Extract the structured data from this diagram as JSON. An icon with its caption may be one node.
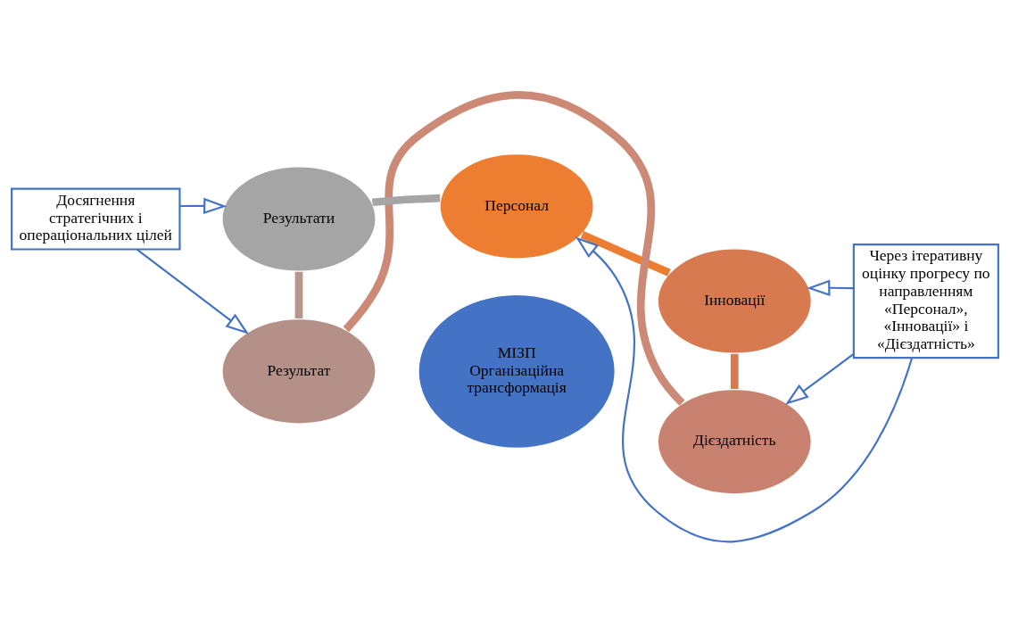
{
  "diagram": {
    "nodes": [
      {
        "text": [
          "Досягнення стратегічних і операціональних цілей"
        ]
      },
      {
        "text": [
          "Персонал"
        ]
      },
      {
        "text": [
          "Інновації"
        ]
      },
      {
        "text": [
          "Дієздатність"
        ]
      },
      {
        "text": [
          "Результат"
        ]
      },
      {
        "text": [
          "Результати"
        ]
      },
      {
        "text": [
          "МІЗП",
          "Організаційна трансформація"
        ]
      },
      {
        "text": [
          "Через ітеративну оцінку прогресу по направленням «Персонал», «Інновації» і «Дієздатність»"
        ]
      }
    ],
    "edges": [
      {
        "from": 1,
        "to": 2,
        "arrow": "none",
        "style": "thick",
        "color": "#ed7d31"
      },
      {
        "from": 2,
        "to": 3,
        "arrow": "none",
        "style": "thick",
        "color": "#d9794f"
      },
      {
        "from": 3,
        "to": 4,
        "arrow": "none",
        "style": "thick",
        "color": "#cc8a76"
      },
      {
        "from": 4,
        "to": 5,
        "arrow": "none",
        "style": "thick",
        "color": "#b7968e"
      },
      {
        "from": 5,
        "to": 1,
        "arrow": "none",
        "style": "thick",
        "color": "#a5a5a5"
      },
      {
        "from": 0,
        "to": 5,
        "arrow": "to",
        "color": "#4472c4"
      },
      {
        "from": 0,
        "to": 4,
        "arrow": "to",
        "color": "#4472c4"
      },
      {
        "from": 7,
        "to": 1,
        "arrow": "to",
        "color": "#4472c4"
      },
      {
        "from": 7,
        "to": 2,
        "arrow": "to",
        "color": "#4472c4"
      },
      {
        "from": 7,
        "to": 3,
        "arrow": "to",
        "color": "#4472c4"
      }
    ]
  }
}
